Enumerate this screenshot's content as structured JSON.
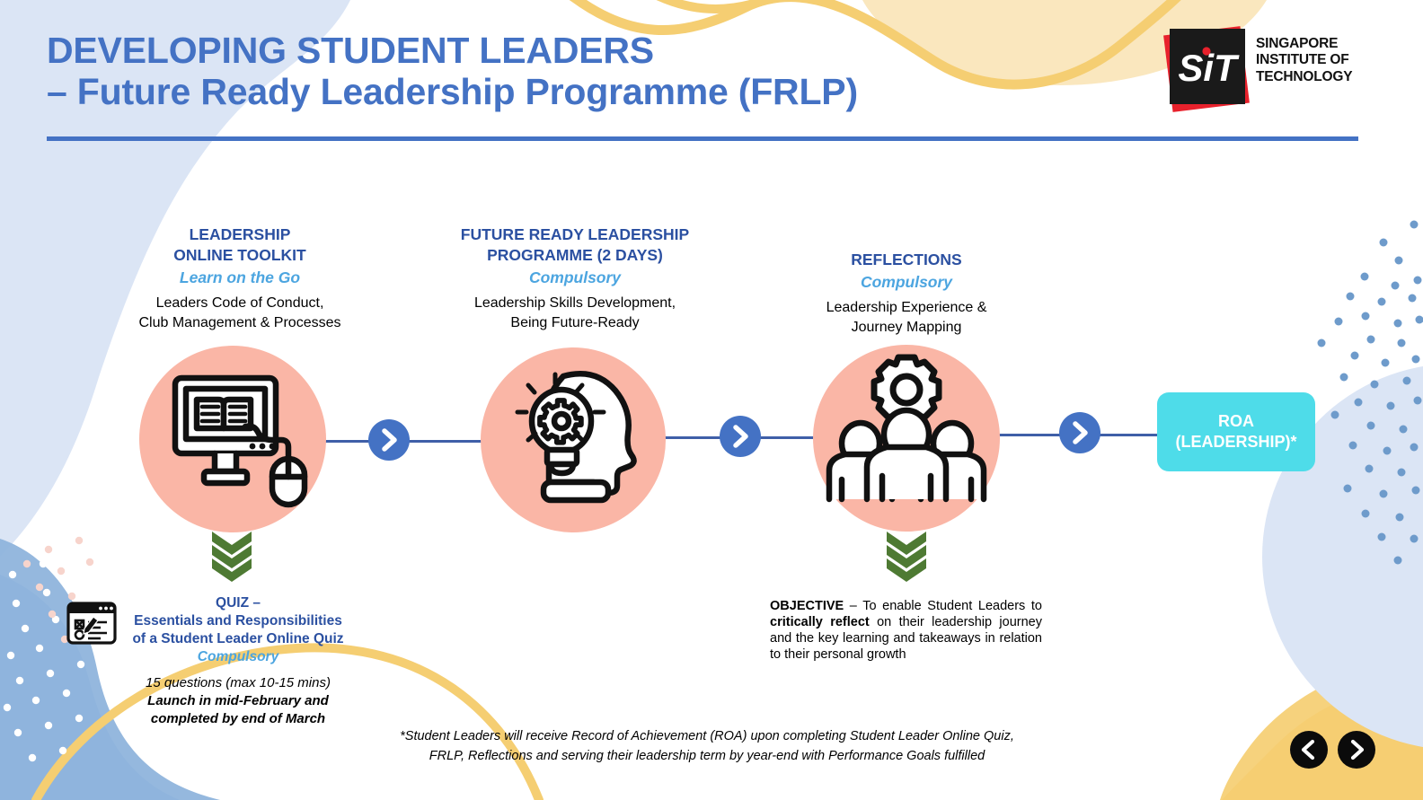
{
  "colors": {
    "title_blue": "#4472C4",
    "stage_title_blue": "#2B50A1",
    "stage_sub_blue": "#4CA5E0",
    "circle_salmon": "#FAB6A6",
    "arrow_blue": "#4472C4",
    "roa_cyan": "#4EDCE9",
    "chevron_green": "#4E7A33",
    "logo_red": "#E8212C",
    "logo_black": "#1A1A1A",
    "deco_light_blue": "#DBE5F5",
    "deco_blue": "#8FB4DC",
    "deco_yellow": "#F5CE72",
    "deco_pale_yellow": "#FAE7BE",
    "nav_black": "#0B0B0B"
  },
  "header": {
    "title_line1": "DEVELOPING STUDENT LEADERS",
    "title_line2": "– Future Ready Leadership Programme (FRLP)"
  },
  "logo": {
    "mark_text": "SiT",
    "word_line1": "SINGAPORE",
    "word_line2": "INSTITUTE OF",
    "word_line3": "TECHNOLOGY"
  },
  "stages": [
    {
      "id": "leadership-online-toolkit",
      "title_line1": "LEADERSHIP",
      "title_line2": "ONLINE TOOLKIT",
      "subtitle": "Learn on the Go",
      "desc_line1": "Leaders Code of Conduct,",
      "desc_line2": "Club Management & Processes",
      "icon": "monitor-book-mouse-icon"
    },
    {
      "id": "future-ready-leadership-programme",
      "title_line1": "FUTURE READY LEADERSHIP",
      "title_line2": "PROGRAMME (2 DAYS)",
      "subtitle": "Compulsory",
      "desc_line1": "Leadership Skills Development,",
      "desc_line2": "Being Future-Ready",
      "icon": "head-lightbulb-gear-icon"
    },
    {
      "id": "reflections",
      "title_line1": "REFLECTIONS",
      "title_line2": "",
      "subtitle": "Compulsory",
      "desc_line1": "Leadership Experience &",
      "desc_line2": "Journey Mapping",
      "icon": "team-gear-icon"
    }
  ],
  "arrows": {
    "glyph": ">",
    "count": 4
  },
  "roa": {
    "line1": "ROA",
    "line2": "(LEADERSHIP)*"
  },
  "quiz": {
    "title_line1": "QUIZ –",
    "title_line2": "Essentials and Responsibilities",
    "title_line3": "of a Student Leader Online Quiz",
    "subtitle": "Compulsory",
    "note_line1": "15 questions (max 10-15 mins)",
    "note_line2": "Launch in mid-February and",
    "note_line3": "completed by end of March",
    "icon": "quiz-form-window-icon"
  },
  "objective": {
    "label": "OBJECTIVE",
    "text_part1": " – To enable Student Leaders to ",
    "emphasis": "critically reflect",
    "text_part2": " on their leadership journey and the key learning and takeaways in relation to their personal growth"
  },
  "footnote": {
    "line1": "*Student Leaders will receive Record of Achievement (ROA) upon completing Student Leader Online Quiz,",
    "line2": "FRLP, Reflections and serving their leadership term by year-end with Performance Goals fulfilled"
  },
  "nav": {
    "prev_label": "<",
    "next_label": ">"
  }
}
